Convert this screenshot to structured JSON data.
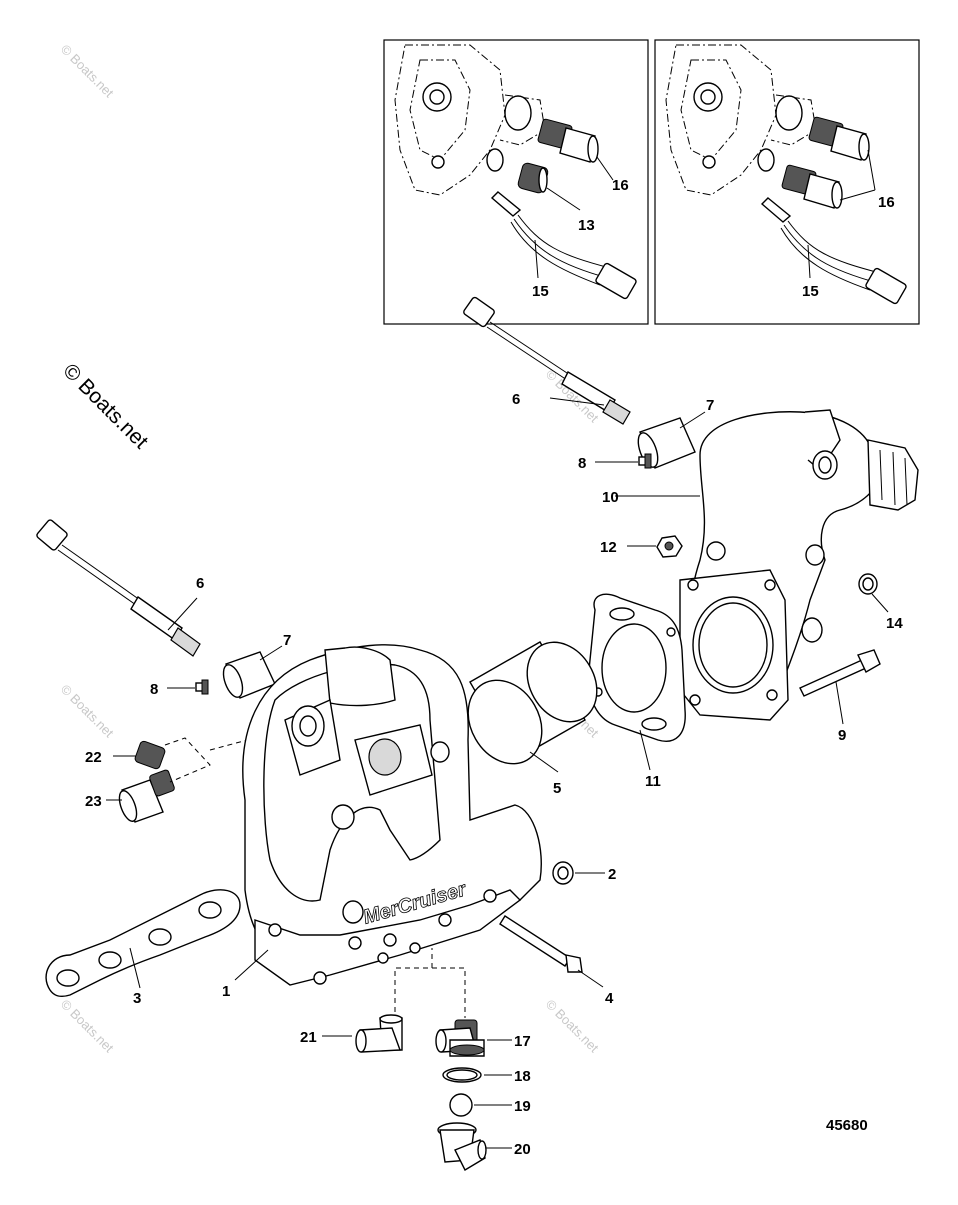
{
  "watermark": {
    "small": "© Boats.net",
    "large": "© Boats.net"
  },
  "diagram_number": "45680",
  "callouts": {
    "c1": "1",
    "c2": "2",
    "c3": "3",
    "c4": "4",
    "c5": "5",
    "c6a": "6",
    "c6b": "6",
    "c7a": "7",
    "c7b": "7",
    "c8a": "8",
    "c8b": "8",
    "c9": "9",
    "c10": "10",
    "c11": "11",
    "c12": "12",
    "c13": "13",
    "c14": "14",
    "c15a": "15",
    "c15b": "15",
    "c16a": "16",
    "c16b": "16",
    "c17": "17",
    "c18": "18",
    "c19": "19",
    "c20": "20",
    "c21": "21",
    "c22": "22",
    "c23": "23"
  },
  "brand_text": "MerCruiser"
}
